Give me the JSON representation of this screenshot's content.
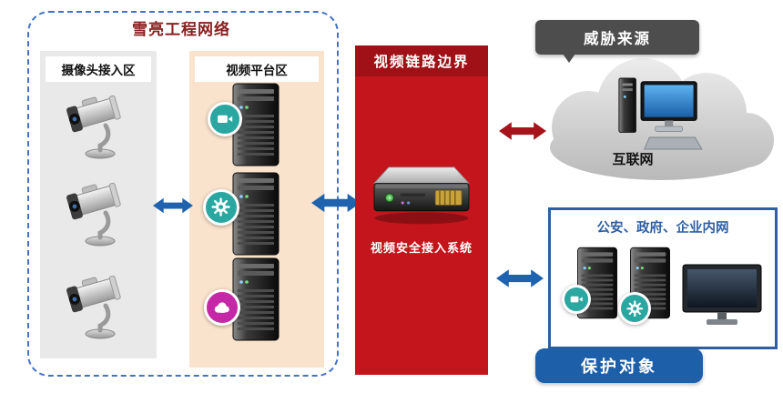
{
  "diagram": {
    "network_box": {
      "title": "雪亮工程网络",
      "camera_zone_label": "摄像头接入区",
      "platform_zone_label": "视频平台区"
    },
    "boundary_box": {
      "title": "视频链路边界",
      "system_label": "视频安全接入系统"
    },
    "threat": {
      "bubble_label": "威胁来源",
      "cloud_label": "互联网"
    },
    "intranet_box": {
      "title": "公安、政府、企业内网",
      "badge_label": "保护对象"
    },
    "icons": {
      "camera": "cctv-camera-icon",
      "server": "tower-server-icon",
      "video_badge": "video-camera-icon",
      "gear_badge": "gear-icon",
      "cloud_badge": "cloud-icon",
      "appliance": "security-gateway-icon",
      "internet": "cloud-shape",
      "computer": "desktop-computer-icon",
      "monitor": "monitor-icon",
      "arrows": "double-arrow-icon"
    },
    "colors": {
      "boundary_red": "#c3151b",
      "arrow_blue": "#1f63ae",
      "arrow_red": "#a6131a",
      "badge_blue": "#1d5fa8",
      "teal_icon": "#2aa7a0",
      "magenta_icon": "#c428a6",
      "dashed_border_blue": "#4472c4",
      "intranet_border_blue": "#2e5fa3",
      "camera_zone_bg": "#e9e9e9",
      "platform_zone_bg": "#fae3cc",
      "bubble_gray": "#4d4d4d",
      "title_dark_red": "#8b1e1e"
    }
  }
}
